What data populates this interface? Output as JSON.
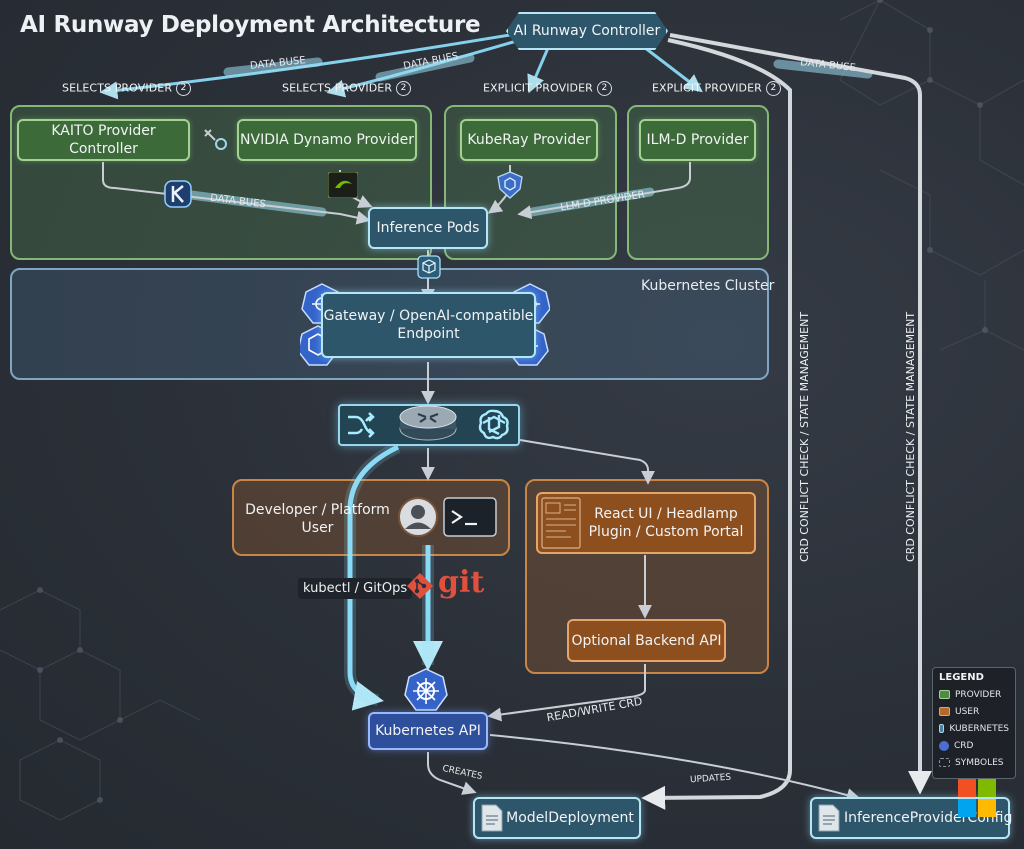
{
  "title": "AI Runway Deployment Architecture",
  "nodes": {
    "controller": "AI Runway Controller",
    "kaito": "KAITO Provider Controller",
    "nvidia": "NVIDIA Dynamo Provider",
    "kuberay": "KubeRay Provider",
    "ilmd": "ILM-D Provider",
    "inference_pods": "Inference Pods",
    "gateway": "Gateway / OpenAI-compatible Endpoint",
    "developer": "Developer / Platform User",
    "react_ui": "React UI / Headlamp Plugin / Custom Portal",
    "backend": "Optional Backend API",
    "kubernetes_api": "Kubernetes API",
    "model_deployment": "ModelDeployment",
    "inference_config": "InferenceProviderConfig"
  },
  "regions": {
    "k8s_cluster": "Kubernetes Cluster"
  },
  "edge_labels": {
    "selects_provider": "SELECTS PROVIDER",
    "explicit_provider": "EXPLICIT PROVIDER",
    "badge": "2",
    "data_buse": "DATA BUSE",
    "data_bues": "DATA BUES",
    "llm_provider": "LLM D PROVIDER",
    "crd_conflict": "CRD CONFLICT CHECK / STATE MANAGEMENT",
    "read_write_crd": "READ/WRITE CRD",
    "creates": "CREATES",
    "updates": "UPDATES",
    "kubectl": "kubectl / GitOps",
    "git": "git"
  },
  "legend": {
    "title": "LEGEND",
    "items": [
      {
        "label": "PROVIDER",
        "color": "#4f8a45"
      },
      {
        "label": "USER",
        "color": "#b56a2a"
      },
      {
        "label": "KUBERNETES",
        "color": "#4d7f9e"
      },
      {
        "label": "CRD",
        "color": "#4a6fd0"
      },
      {
        "label": "SYMBOLES",
        "color": "#8a949e"
      }
    ]
  },
  "colors": {
    "provider_green": "#86b777",
    "user_orange": "#c98545",
    "k8s_blue": "#7fa7c4",
    "glow_cyan": "#8fe3ff",
    "crd_blue": "#2d4f9c"
  }
}
